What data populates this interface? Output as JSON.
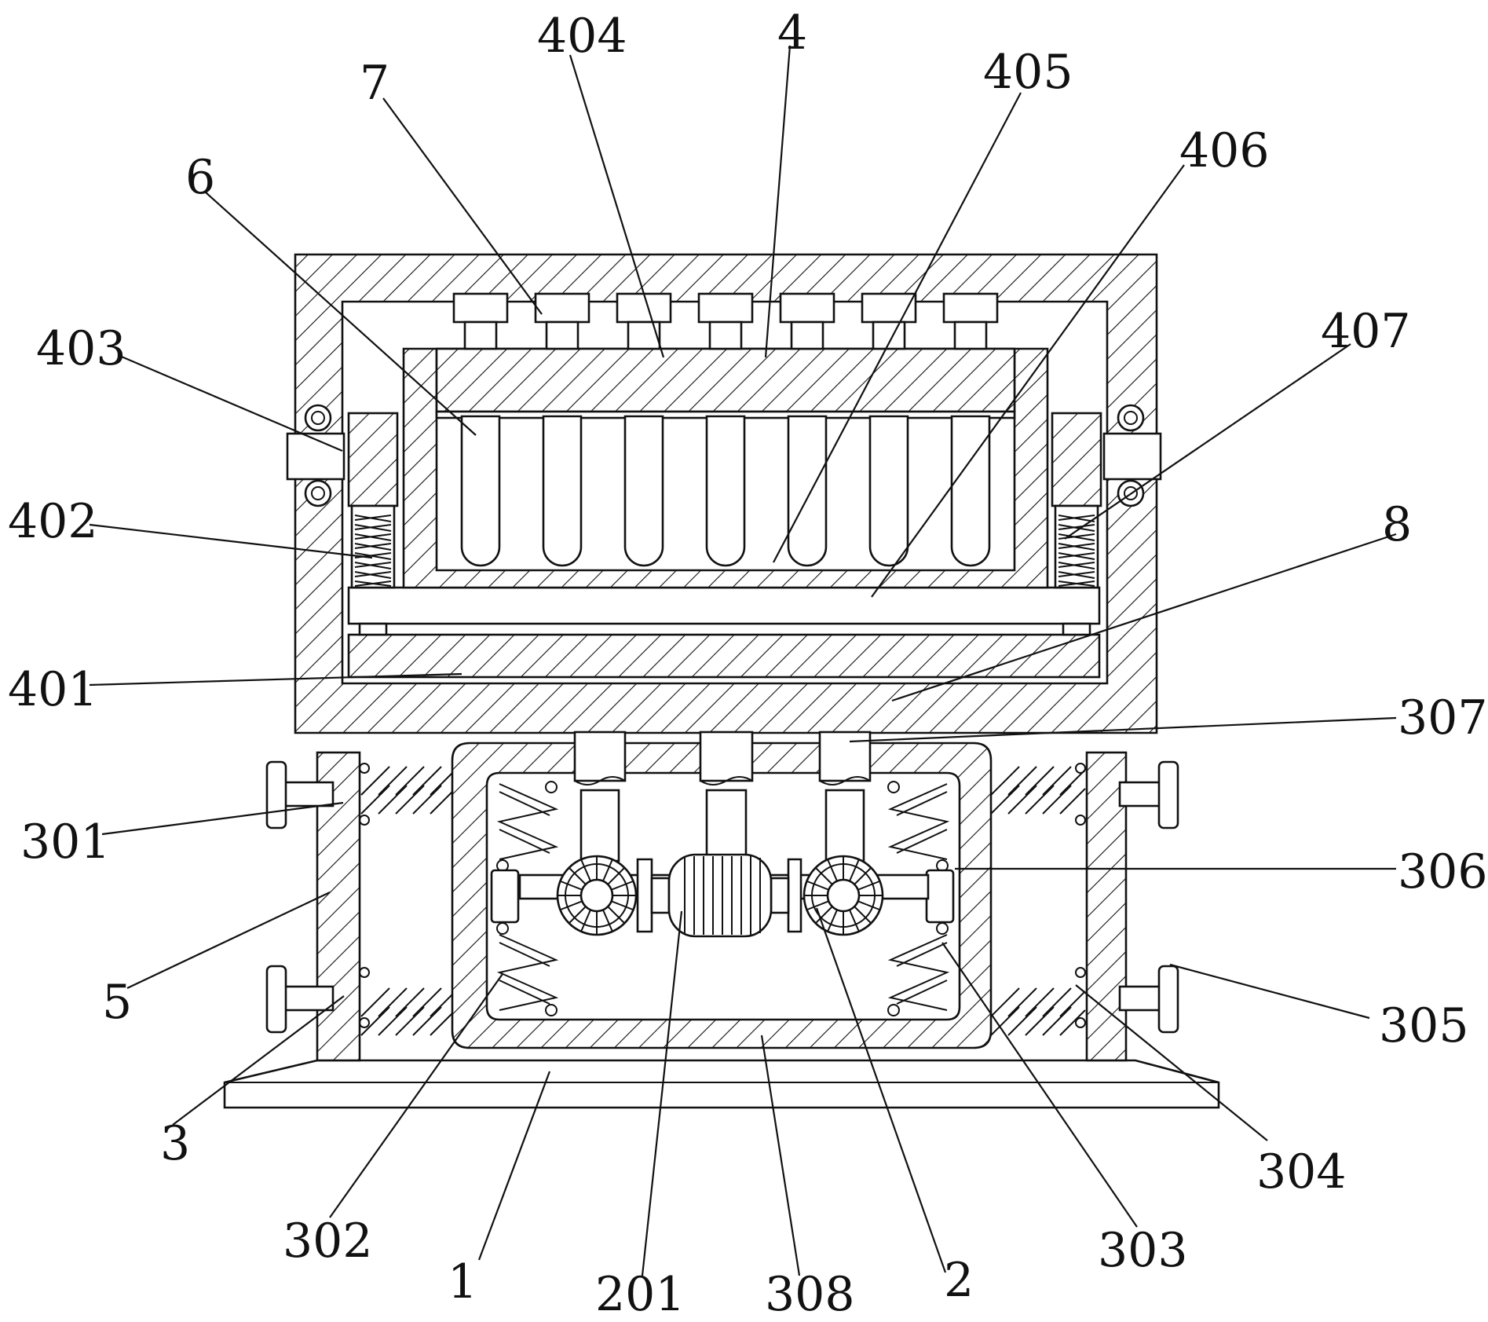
{
  "figure": {
    "labels": {
      "l1": "1",
      "l2": "2",
      "l3": "3",
      "l4": "4",
      "l5": "5",
      "l6": "6",
      "l7": "7",
      "l8": "8",
      "l201": "201",
      "l301": "301",
      "l302": "302",
      "l303": "303",
      "l304": "304",
      "l305": "305",
      "l306": "306",
      "l307": "307",
      "l308": "308",
      "l401": "401",
      "l402": "402",
      "l403": "403",
      "l404": "404",
      "l405": "405",
      "l406": "406",
      "l407": "407"
    },
    "line_color": "#111111",
    "background_color": "#ffffff"
  }
}
